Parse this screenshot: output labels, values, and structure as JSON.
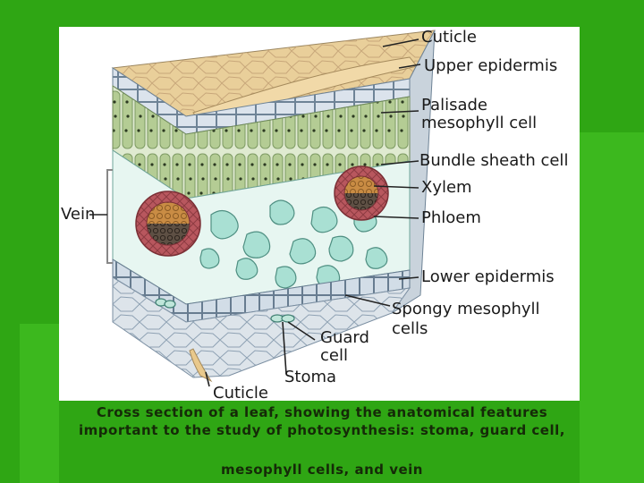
{
  "diagram": {
    "labels": {
      "cuticle_top": "Cuticle",
      "upper_epidermis": "Upper epidermis",
      "palisade_line1": "Palisade",
      "palisade_line2": "mesophyll cell",
      "bundle_sheath": "Bundle sheath cell",
      "xylem": "Xylem",
      "phloem": "Phloem",
      "vein": "Vein",
      "lower_epidermis": "Lower epidermis",
      "spongy_line1": "Spongy mesophyll",
      "spongy_line2": "cells",
      "guard_line1": "Guard",
      "guard_line2": "cell",
      "stoma": "Stoma",
      "cuticle_bottom": "Cuticle"
    }
  },
  "caption": {
    "line1": "Cross section of a leaf, showing the anatomical features",
    "line2": "important to the study of photosynthesis: stoma, guard cell,",
    "line3": "mesophyll cells, and vein"
  },
  "colors": {
    "background": "#2fa614",
    "cuticle": "#e9c98c",
    "palisade": "#b4cc94",
    "spongy": "#a9e0d3",
    "bundle_sheath": "#b8575e",
    "xylem": "#c98c44",
    "phloem": "#6b5a4c",
    "epidermis": "#d4dde6"
  }
}
